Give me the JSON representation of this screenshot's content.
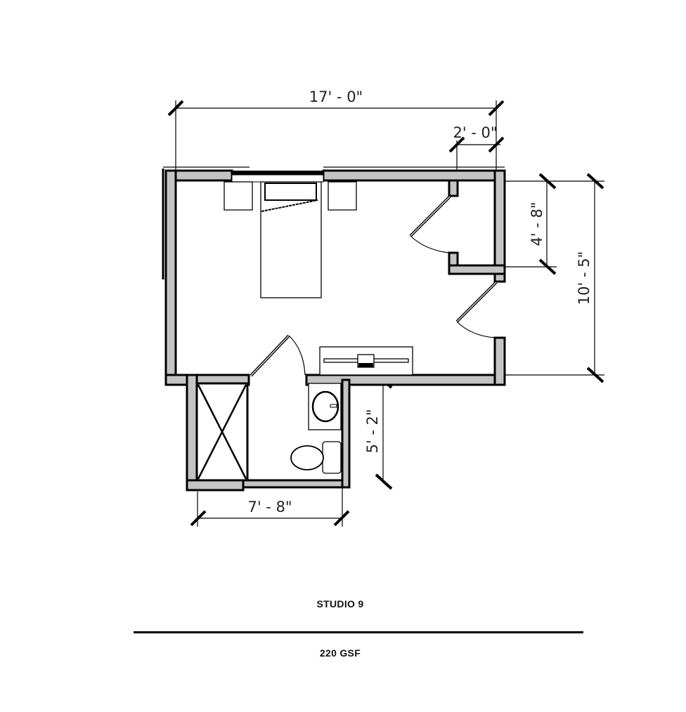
{
  "plan": {
    "room_name": "STUDIO 9",
    "area": "220 GSF",
    "dimensions": {
      "overall_width": "17' - 0\"",
      "closet_width": "2' - 0\"",
      "closet_depth": "4' - 8\"",
      "room_depth": "10' - 5\"",
      "bath_depth": "5' - 2\"",
      "bath_width": "7' - 8\""
    },
    "fixtures": [
      "bed",
      "nightstand-left",
      "nightstand-right",
      "window",
      "closet-door",
      "entry-door",
      "desk",
      "bathroom-door",
      "shower",
      "sink",
      "toilet"
    ],
    "colors": {
      "wall_fill": "#c4c4c4",
      "line": "#000000",
      "background": "#ffffff"
    }
  }
}
